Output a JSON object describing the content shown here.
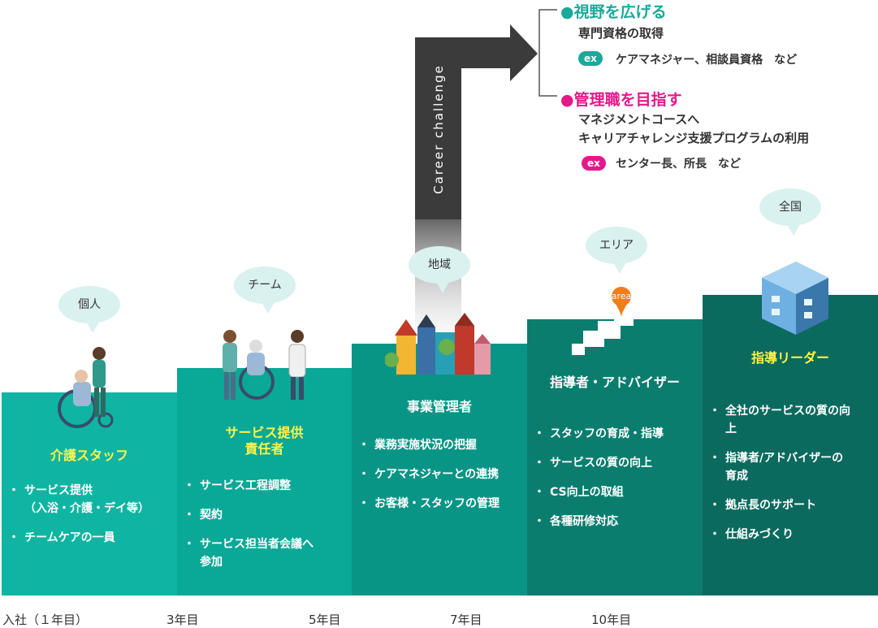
{
  "steps": [
    {
      "title": "介護スタッフ",
      "items": [
        "サービス提供\n（入浴・介護・デイ等）",
        "チームケアの一員"
      ],
      "bubble": "個人",
      "color": "#0fb5a2"
    },
    {
      "title_line1": "サービス提供",
      "title_line2": "責任者",
      "items": [
        "サービス工程調整",
        "契約",
        "サービス担当者会議へ\n参加"
      ],
      "bubble": "チーム",
      "color": "#0aa896"
    },
    {
      "title": "事業管理者",
      "items": [
        "業務実施状況の把握",
        "ケアマネジャーとの連携",
        "お客様・スタッフの管理"
      ],
      "bubble": "地域",
      "color": "#099585"
    },
    {
      "title": "指導者・アドバイザー",
      "items": [
        "スタッフの育成・指導",
        "サービスの質の向上",
        "CS向上の取組",
        "各種研修対応"
      ],
      "bubble": "エリア",
      "color": "#0a7d6f",
      "map_pin": "area"
    },
    {
      "title": "指導リーダー",
      "items": [
        "全社のサービスの質の向\n上",
        "指導者/アドバイザーの\n育成",
        "拠点長のサポート",
        "仕組みづくり"
      ],
      "bubble": "全国",
      "color": "#0b6a5e"
    }
  ],
  "years": [
    "入社（１年目）",
    "3年目",
    "5年目",
    "7年目",
    "10年目"
  ],
  "career": {
    "arrow_label": "Career challenge",
    "option1": {
      "heading": "●視野を広げる",
      "text": "専門資格の取得",
      "ex_label": "ex",
      "ex_text": "ケアマネジャー、相談員資格　など",
      "color": "#1aa99a"
    },
    "option2": {
      "heading": "●管理職を目指す",
      "text_line1": "マネジメントコースへ",
      "text_line2": "キャリアチャレンジ支援プログラムの利用",
      "ex_label": "ex",
      "ex_text": "センター長、所長　など",
      "color": "#e5188a"
    }
  }
}
